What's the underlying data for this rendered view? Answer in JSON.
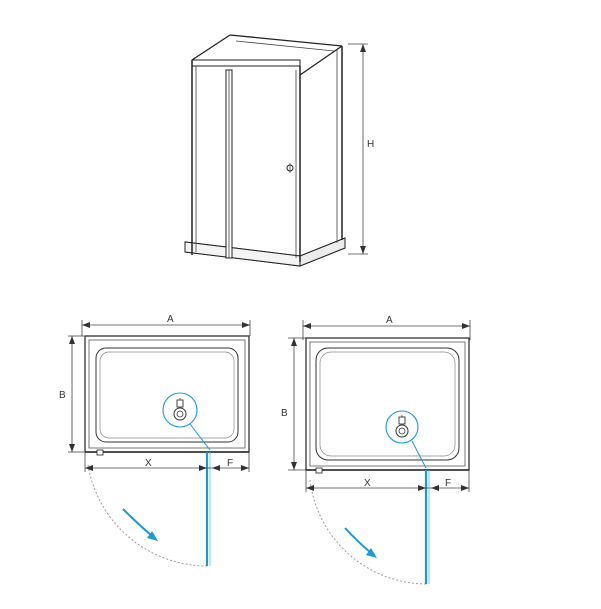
{
  "labels": {
    "height": "H",
    "width_left": "A",
    "depth_left": "B",
    "x_left": "X",
    "f_left": "F",
    "width_right": "A",
    "depth_right": "B",
    "x_right": "X",
    "f_right": "F"
  },
  "colors": {
    "door_swing": "#1a9ad6",
    "outline": "#222222",
    "arc": "#9a9a9a"
  },
  "icons": {
    "drain_left": "drain-icon",
    "drain_right": "drain-icon"
  }
}
